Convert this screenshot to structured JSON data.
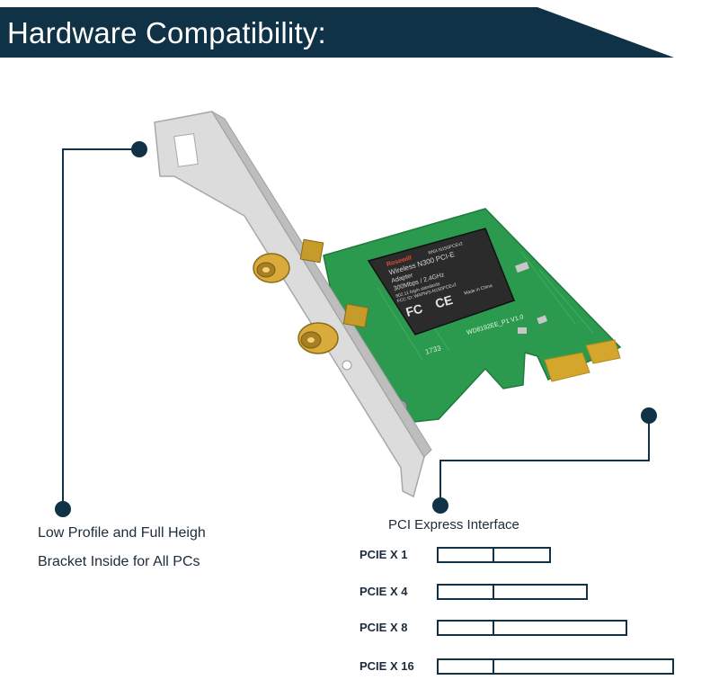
{
  "banner": {
    "title": "Hardware Compatibility:",
    "color": "#0f3246"
  },
  "card": {
    "chip_brand": "Rosewill",
    "chip_model": "RNX-N150PCEv2",
    "chip_line1": "Wireless N300 PCI-E",
    "chip_line2": "Adapter",
    "chip_line3": "300Mbps / 2.4GHz",
    "chip_line4": "802.11 b/g/n standards",
    "chip_line5": "FCC ID: WAPN/S-N150PCEv2",
    "chip_made": "Made in China",
    "board_code": "WD8192EE_P1 V1.0",
    "board_mark": "1733"
  },
  "left_caption": {
    "line1": "Low Profile and Full Heigh",
    "line2": "Bracket Inside for All PCs"
  },
  "right_caption": "PCI Express Interface",
  "slots": [
    {
      "label": "PCIE X 1",
      "length": 1
    },
    {
      "label": "PCIE X 4",
      "length": 4
    },
    {
      "label": "PCIE X 8",
      "length": 8
    },
    {
      "label": "PCIE X 16",
      "length": 16
    }
  ],
  "colors": {
    "accent": "#0f3246",
    "board": "#2c9a4e",
    "chip": "#2b2b2b",
    "gold": "#d4a72c",
    "bracket": "#dcdcdc"
  }
}
